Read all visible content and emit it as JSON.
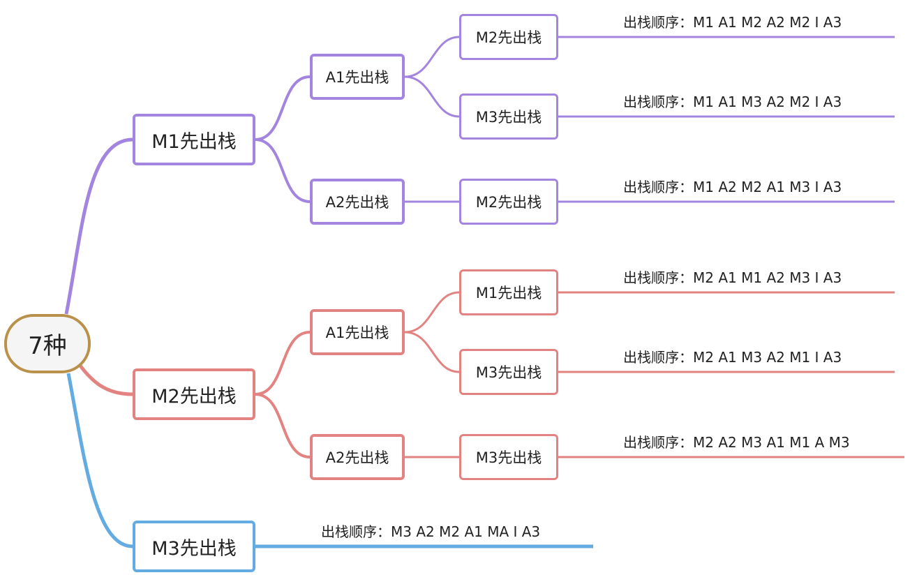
{
  "root": {
    "label": "7种",
    "color": "#b9914a"
  },
  "branch_colors": {
    "m1": "#a384de",
    "m2": "#e38381",
    "m3": "#63abe0"
  },
  "m1": {
    "label": "M1先出栈",
    "a1": {
      "label": "A1先出栈",
      "m2": {
        "label": "M2先出栈",
        "order": "出栈顺序：M1 A1 M2 A2 M2 I A3"
      },
      "m3": {
        "label": "M3先出栈",
        "order": "出栈顺序：M1 A1 M3 A2 M2 I A3"
      }
    },
    "a2": {
      "label": "A2先出栈",
      "m2": {
        "label": "M2先出栈",
        "order": "出栈顺序：M1 A2 M2 A1 M3 I A3"
      }
    }
  },
  "m2": {
    "label": "M2先出栈",
    "a1": {
      "label": "A1先出栈",
      "m1": {
        "label": "M1先出栈",
        "order": "出栈顺序：M2 A1 M1 A2 M3 I A3"
      },
      "m3": {
        "label": "M3先出栈",
        "order": "出栈顺序：M2 A1 M3 A2 M1 I A3"
      }
    },
    "a2": {
      "label": "A2先出栈",
      "m3": {
        "label": "M3先出栈",
        "order": "出栈顺序：M2 A2 M3 A1 M1 A M3"
      }
    }
  },
  "m3": {
    "label": "M3先出栈",
    "order": "出栈顺序：M3 A2 M2 A1 MA I A3"
  }
}
